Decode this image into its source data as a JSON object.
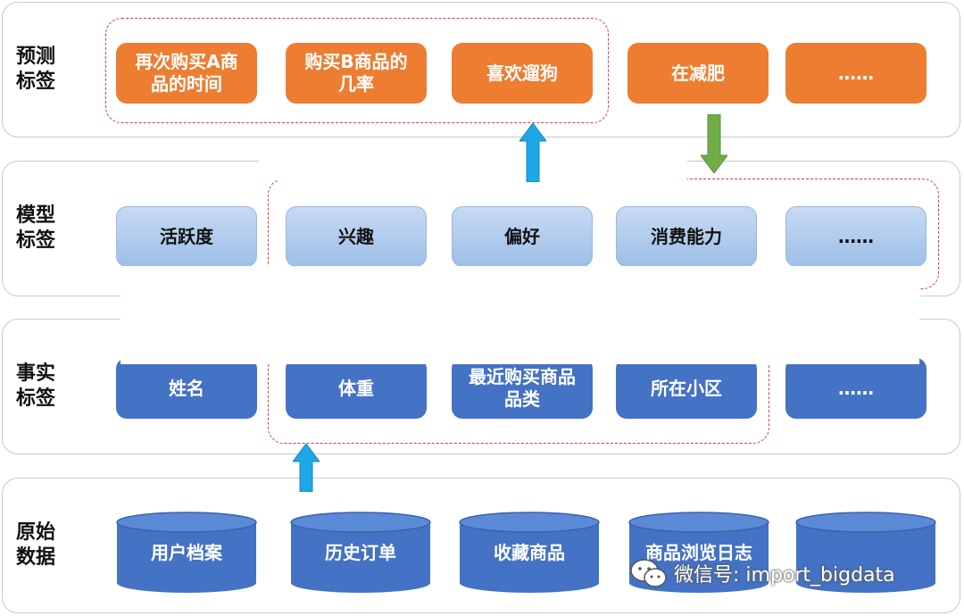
{
  "bands": [
    {
      "id": "predict",
      "label": "预测\n标签"
    },
    {
      "id": "model",
      "label": "模型\n标签"
    },
    {
      "id": "fact",
      "label": "事实\n标签"
    },
    {
      "id": "raw",
      "label": "原始\n数据"
    }
  ],
  "predict_tags": [
    "再次购买A商\n品的时间",
    "购买B商品的\n几率",
    "喜欢遛狗",
    "在减肥",
    "……"
  ],
  "model_tags": [
    "活跃度",
    "兴趣",
    "偏好",
    "消费能力",
    "……"
  ],
  "fact_tags": [
    "姓名",
    "体重",
    "最近购买商品\n品类",
    "所在小区",
    "……"
  ],
  "raw_data": [
    "用户档案",
    "历史订单",
    "收藏商品",
    "商品浏览日志",
    ""
  ],
  "watermark": "微信号: import_bigdata",
  "colors": {
    "orange": "#ed7d31",
    "light_blue": "#9dbfe8",
    "dark_blue": "#4472c4",
    "arrow_blue": "#1ea7e6",
    "arrow_green": "#70ad47",
    "dashed_red": "#e0383a"
  }
}
